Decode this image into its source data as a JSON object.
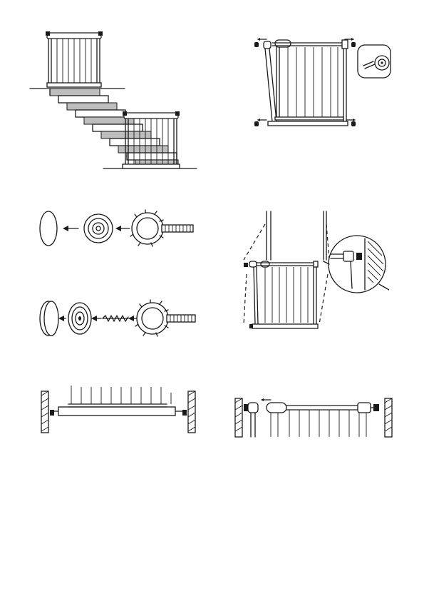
{
  "page": {
    "title": ""
  },
  "figures": [
    {
      "id": "fig-stairs",
      "description_shown": false
    },
    {
      "id": "fig-gate-rotate"
    },
    {
      "id": "fig-pad-assembly"
    },
    {
      "id": "fig-pad-screw-assembly"
    },
    {
      "id": "fig-wall-plumb"
    },
    {
      "id": "fig-wall-mount-bottom"
    },
    {
      "id": "fig-wall-mount-top"
    }
  ],
  "colors": {
    "line": "#1a1a1a",
    "stair_fill": "#bdbdbd",
    "background": "#ffffff"
  }
}
